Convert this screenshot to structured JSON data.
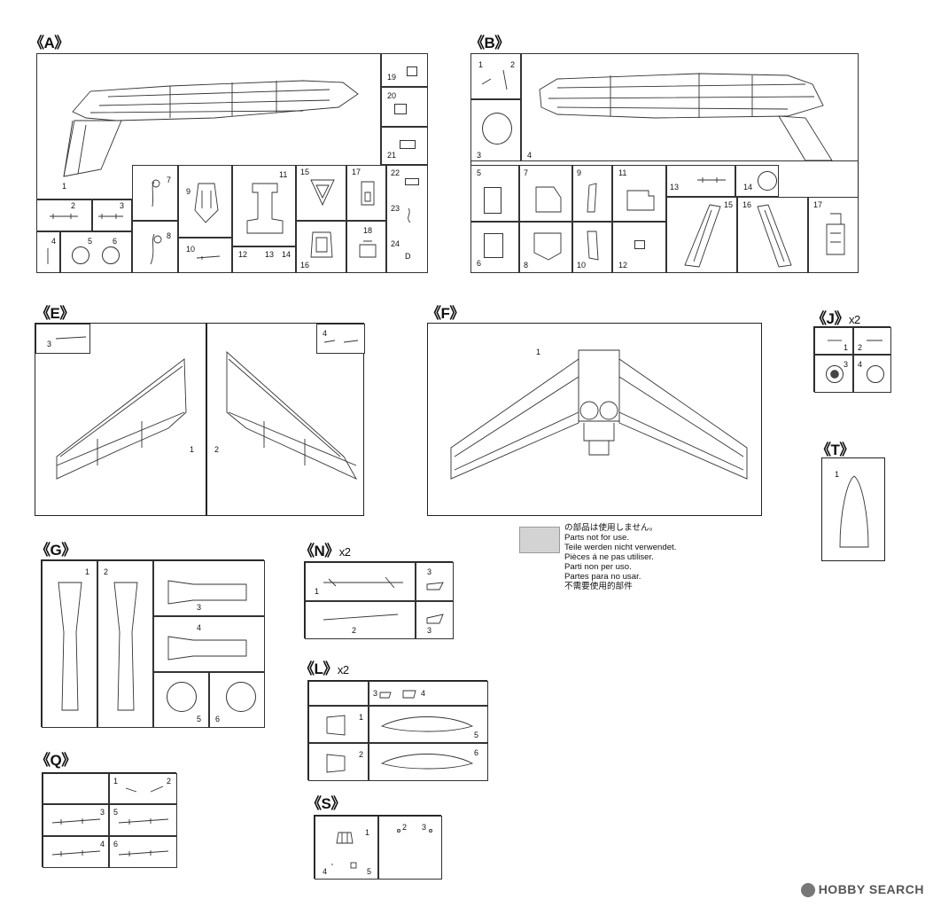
{
  "groups": {
    "A": {
      "title": "《A》",
      "mult": ""
    },
    "B": {
      "title": "《B》",
      "mult": ""
    },
    "E": {
      "title": "《E》",
      "mult": ""
    },
    "F": {
      "title": "《F》",
      "mult": ""
    },
    "J": {
      "title": "《J》",
      "mult": "x2"
    },
    "T": {
      "title": "《T》",
      "mult": ""
    },
    "G": {
      "title": "《G》",
      "mult": ""
    },
    "N": {
      "title": "《N》",
      "mult": "x2"
    },
    "L": {
      "title": "《L》",
      "mult": "x2"
    },
    "Q": {
      "title": "《Q》",
      "mult": ""
    },
    "S": {
      "title": "《S》",
      "mult": ""
    }
  },
  "part_numbers": {
    "A": [
      "1",
      "2",
      "3",
      "4",
      "5",
      "6",
      "7",
      "8",
      "9",
      "10",
      "11",
      "12",
      "13",
      "14",
      "15",
      "16",
      "17",
      "18",
      "19",
      "20",
      "21",
      "22",
      "23",
      "24",
      "D"
    ],
    "B": [
      "1",
      "2",
      "3",
      "4",
      "5",
      "6",
      "7",
      "8",
      "9",
      "10",
      "11",
      "12",
      "13",
      "14",
      "15",
      "16",
      "17"
    ],
    "E": [
      "1",
      "2",
      "3",
      "4"
    ],
    "F": [
      "1"
    ],
    "J": [
      "1",
      "2",
      "3",
      "4"
    ],
    "T": [
      "1"
    ],
    "G": [
      "1",
      "2",
      "3",
      "4",
      "5",
      "6"
    ],
    "N": [
      "1",
      "2",
      "3",
      "3"
    ],
    "L": [
      "1",
      "2",
      "3",
      "4",
      "5",
      "6"
    ],
    "Q": [
      "1",
      "2",
      "3",
      "4",
      "5",
      "6"
    ],
    "S": [
      "1",
      "2",
      "3",
      "4",
      "5"
    ]
  },
  "legend": {
    "lines": [
      "の部品は使用しません。",
      "Parts not for use.",
      "Teile werden nicht verwendet.",
      "Pièces á ne pas utiliser.",
      "Parti non per uso.",
      "Partes para no usar.",
      "不需要使用的部件"
    ],
    "swatch_color": "#d3d3d3"
  },
  "watermark": {
    "text": "HOBBY SEARCH"
  }
}
